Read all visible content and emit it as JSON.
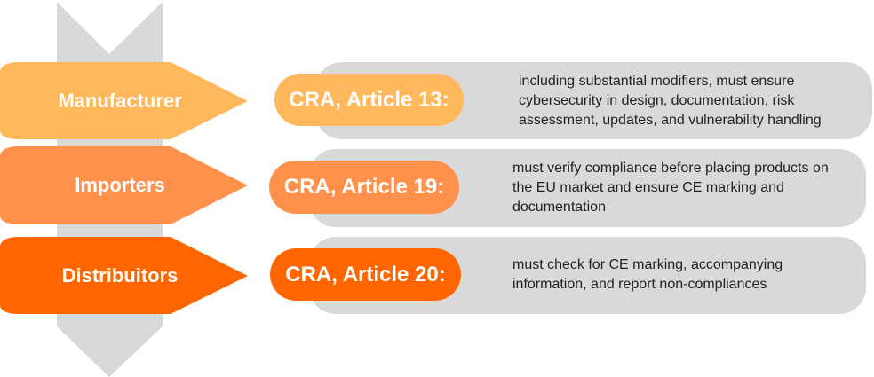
{
  "colors": {
    "manufacturer": "#FFB95C",
    "importers": "#FF914D",
    "distributors": "#FF6600",
    "gray": "#D9D9D9"
  },
  "rows": [
    {
      "role": "Manufacturer",
      "article": "CRA, Article 13:",
      "description": [
        "including substantial modifiers, must ensure",
        "cybersecurity in design, documentation, risk",
        "assessment, updates, and vulnerability handling"
      ]
    },
    {
      "role": "Importers",
      "article": "CRA, Article 19:",
      "description": [
        "must verify compliance before placing products on",
        "the EU market and ensure CE marking and",
        "documentation"
      ]
    },
    {
      "role": "Distribuitors",
      "article": "CRA, Article 20:",
      "description": [
        "must check for CE marking, accompanying",
        "information, and report non-compliances"
      ]
    }
  ]
}
